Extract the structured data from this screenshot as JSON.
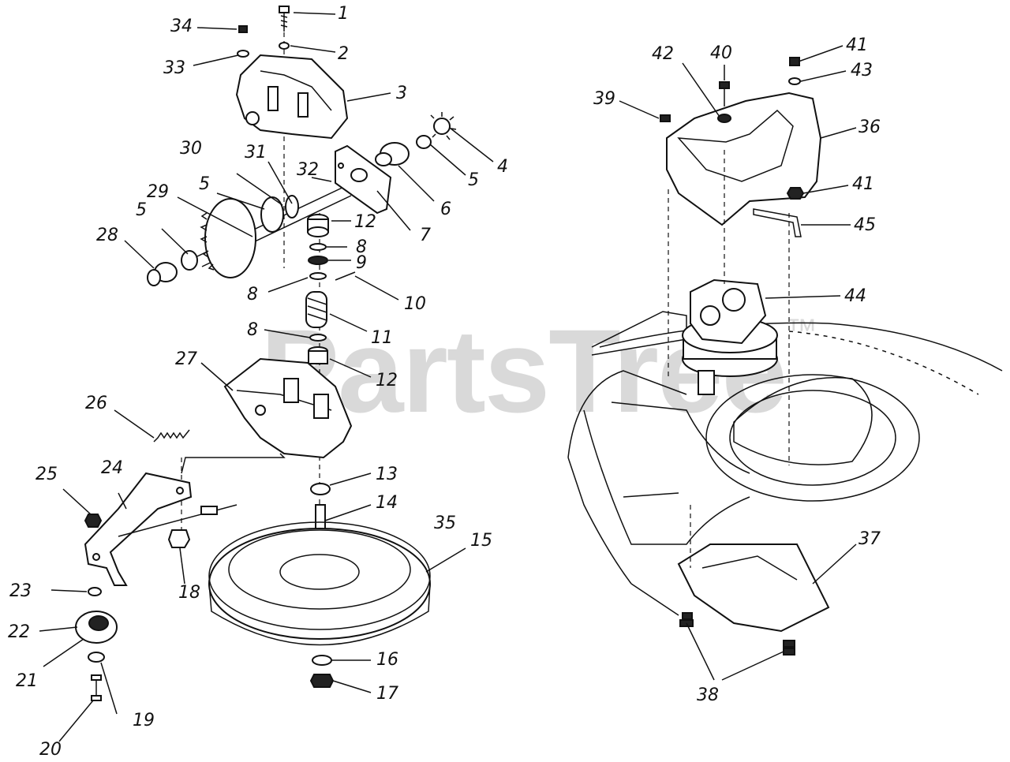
{
  "watermark": {
    "text": "PartsTree",
    "mark": "™"
  },
  "callouts": [
    "1",
    "2",
    "3",
    "4",
    "5",
    "5",
    "5",
    "6",
    "7",
    "8",
    "8",
    "8",
    "9",
    "10",
    "11",
    "12",
    "12",
    "13",
    "14",
    "15",
    "16",
    "17",
    "18",
    "19",
    "20",
    "21",
    "22",
    "23",
    "24",
    "25",
    "26",
    "27",
    "28",
    "29",
    "30",
    "31",
    "32",
    "33",
    "34",
    "35",
    "36",
    "37",
    "38",
    "39",
    "40",
    "41",
    "41",
    "42",
    "43",
    "44",
    "45"
  ]
}
